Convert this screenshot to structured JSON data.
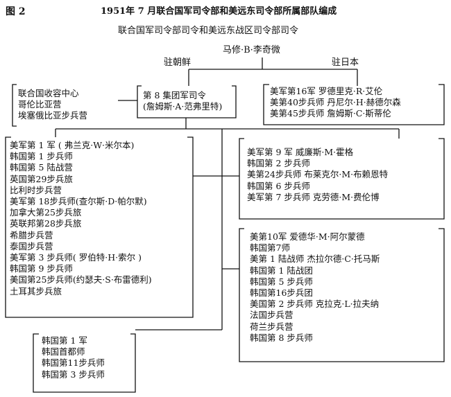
{
  "figure": {
    "label": "图 2",
    "title": "1951年 7 月联合国军司令部和美远东司令部所属部队编成",
    "subtitle": "联合国军司令部司令和美远东战区司令部司令"
  },
  "commander": "马修·B·李奇微",
  "branches": {
    "korea": "驻朝鲜",
    "japan": "驻日本"
  },
  "boxes": {
    "un_reception": [
      "联合国收容中心",
      "哥伦比亚营",
      "埃塞俄比亚步兵营"
    ],
    "eighth_army": [
      "第 8 集团军司令",
      "(詹姆斯·A·范弗里特)"
    ],
    "japan_units": [
      "美军第16军   罗德里克·R·艾伦",
      "美第40步兵师  丹尼尔·H·赫德尔森",
      "美第45步兵师  詹姆斯·C·斯蒂伦"
    ],
    "corps_1": [
      "美军第 1 军 ( 弗兰克·W·米尔本)",
      "韩国第 1 步兵师",
      "韩国第 5 陆战营",
      "英国第29步兵旅",
      "比利时步兵营",
      "美军第 18步兵师(查尔斯·D·帕尔默)",
      "加拿大第25步兵旅",
      "英联邦第28步兵旅",
      "希腊步兵营",
      "泰国步兵营",
      "美军第 3 步兵师( 罗伯特·H·索尔 )",
      "韩国第 9 步兵师",
      "美国第25步兵师(约瑟夫·S·布雷德利)",
      "土耳其步兵旅"
    ],
    "korea_1": [
      "韩国第 1 军",
      "韩国首都师",
      "韩国第11步兵师",
      "韩国第 3 步兵师"
    ],
    "corps_9": [
      "美军第 9 军   威廉斯·M·霍格",
      "韩国第 2 步兵师",
      "美第24步兵师  布莱克尔·M·布赖恩特",
      "韩国第 6 步兵师",
      "美军第 7 步兵师    克劳德·M·费伦博"
    ],
    "corps_10": [
      "美第10军  爱德华·M·阿尔蒙德",
      "韩国第7师",
      "美第 1 陆战师  杰拉尔德·C·托马斯",
      "韩国第 1 陆战团",
      "韩国第 5 步兵师",
      "韩国第16步兵团",
      "美国第 2 步兵师   克拉克·L·拉夫纳",
      "法国步兵营",
      "荷兰步兵营",
      "韩国第 8 步兵师"
    ]
  }
}
